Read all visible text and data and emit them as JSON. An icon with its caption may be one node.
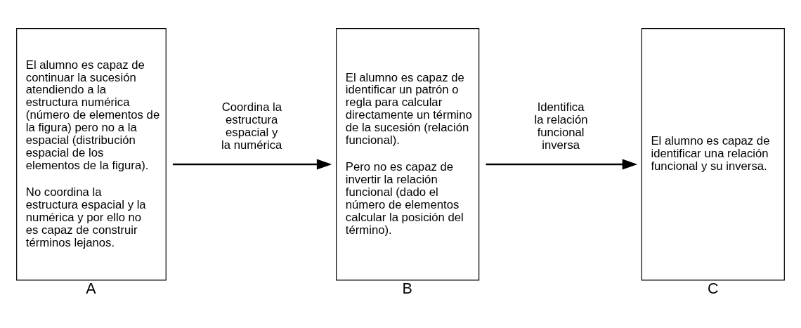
{
  "diagram": {
    "nodes": [
      {
        "text": [
          "El alumno es capaz de continuar la sucesión atendiendo a la estructura numérica (número de elementos de la figura) pero no a la espacial (distribución espacial de los elementos de la figura).",
          "No coordina la estructura espacial y la numérica y por ello no es capaz de construir términos lejanos."
        ],
        "beside": [
          "A"
        ]
      },
      {
        "text": [
          "El alumno es capaz de identificar un patrón o regla para calcular directamente un término de la sucesión (relación funcional).",
          "Pero no es capaz de invertir la relación funcional (dado el número de elementos calcular la posición del término)."
        ],
        "beside": [
          "B"
        ]
      },
      {
        "text": [
          "El alumno es capaz de identificar una relación funcional y su inversa."
        ],
        "beside": [
          "C"
        ]
      }
    ],
    "edges": [
      {
        "from": 0,
        "to": 1,
        "arrow": "to",
        "label": "Coordina la estructura espacial y la numérica"
      },
      {
        "from": 1,
        "to": 2,
        "arrow": "to",
        "label": "Identifica la relación funcional inversa"
      }
    ]
  }
}
